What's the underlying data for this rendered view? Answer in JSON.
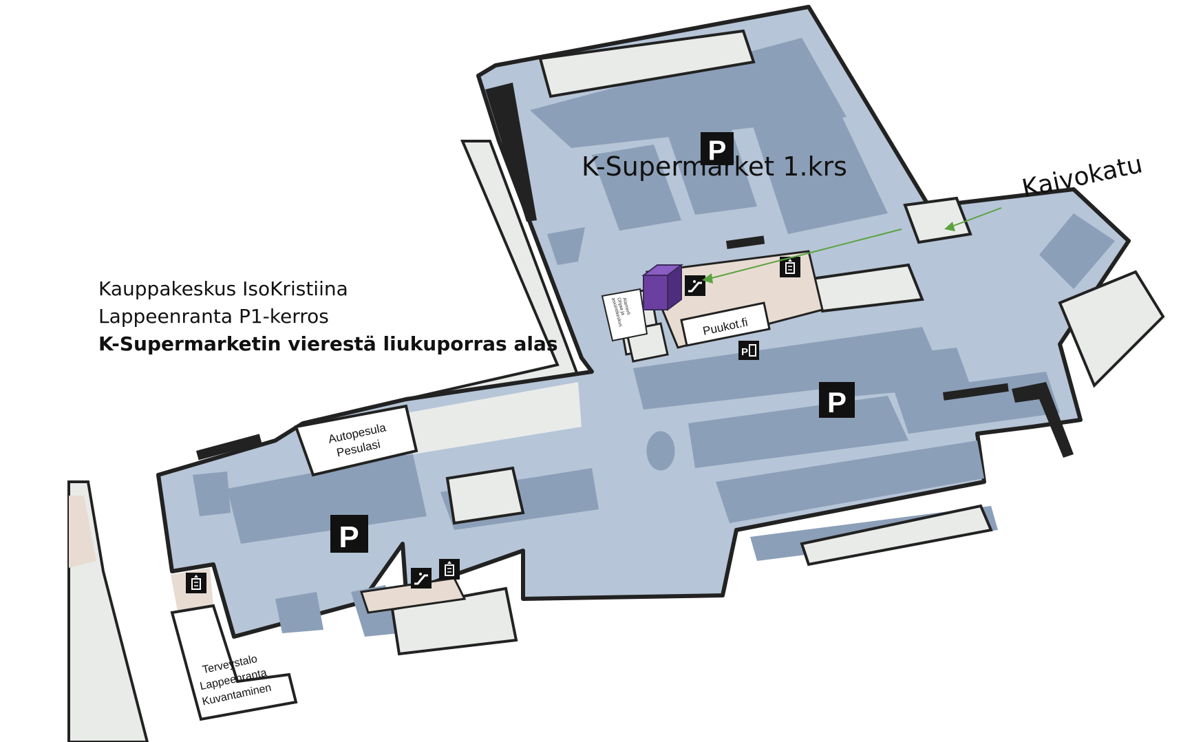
{
  "map": {
    "floor_title": "K-Supermarket 1.krs",
    "street_label": "Kaivokatu",
    "caption": {
      "line1": "Kauppakeskus IsoKristiina",
      "line2": "Lappeenranta P1-kerros",
      "line3": "K-Supermarketin vierestä liukuporras alas"
    },
    "units": {
      "car_wash_line1": "Autopesula",
      "car_wash_line2": "Pesulasi",
      "knife_shop": "Puukot.fi",
      "clinic_line1": "Terveystalo",
      "clinic_line2": "Lappeenranta",
      "clinic_line3": "Kuvantaminen",
      "small_unit_line1": "Alamerti",
      "small_unit_line2": "Ohjaa ja",
      "small_unit_line3": "asiointikeskus"
    },
    "parking_symbol": "P",
    "icons": {
      "parking": "parking-icon",
      "elevator": "elevator-icon",
      "escalator": "escalator-icon",
      "pay_station": "parking-pay-icon",
      "location_marker": "location-cube-icon",
      "arrow": "direction-arrow-icon"
    },
    "colors": {
      "parking_bay": "#8c9fb8",
      "driveway": "#b6c5d7",
      "wall": "#222222",
      "building": "#e9ebe9",
      "lobby": "#e8dcd2",
      "marker": "#6b3fa0",
      "arrow": "#5aa33f"
    }
  }
}
